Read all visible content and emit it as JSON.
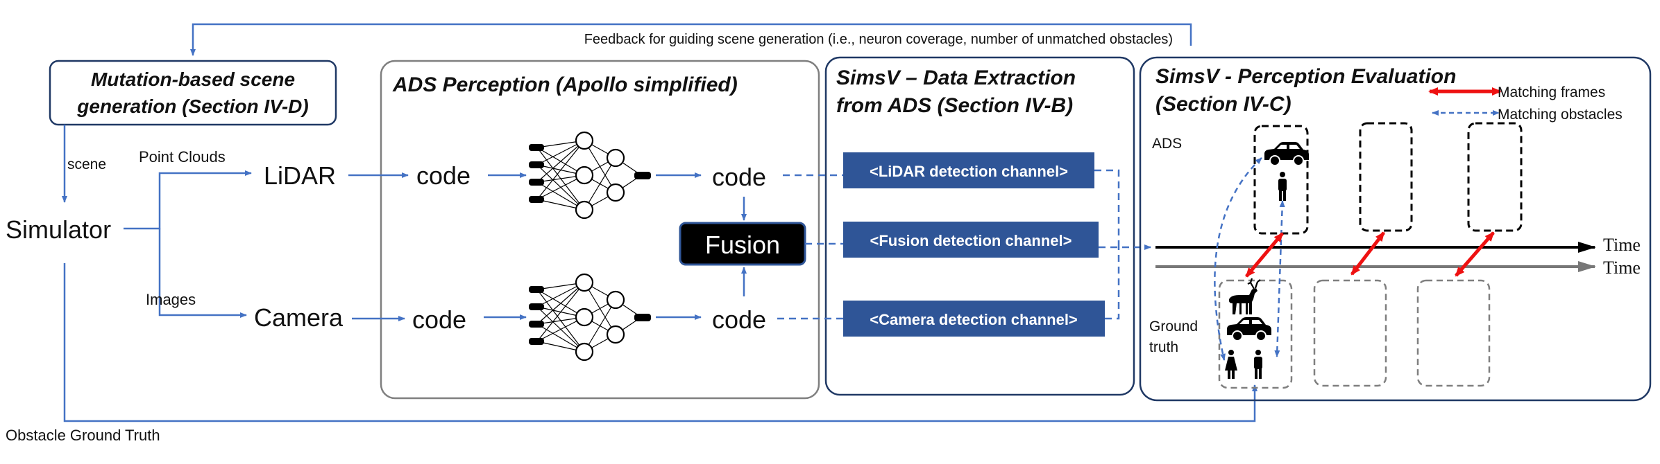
{
  "feedback": {
    "label": "Feedback for guiding scene generation (i.e., neuron coverage, number of unmatched obstacles)"
  },
  "mutation": {
    "title_line1": "Mutation-based scene",
    "title_line2": "generation (Section IV-D)"
  },
  "inputs": {
    "scene": "scene",
    "point_clouds": "Point Clouds",
    "images": "Images",
    "simulator": "Simulator",
    "lidar": "LiDAR",
    "camera": "Camera",
    "ground_truth": "Obstacle Ground Truth"
  },
  "perception": {
    "title": "ADS Perception (Apollo simplified)",
    "code": "code",
    "fusion": "Fusion"
  },
  "extraction": {
    "title_line1": "SimsV – Data Extraction",
    "title_line2": "from ADS (Section IV-B)",
    "channels": [
      "<LiDAR detection channel>",
      "<Fusion detection channel>",
      "<Camera detection channel>"
    ]
  },
  "evaluation": {
    "title_line1": "SimsV - Perception Evaluation",
    "title_line2": "(Section IV-C)",
    "legend_frames": "Matching frames",
    "legend_obstacles": "Matching obstacles",
    "ads_label": "ADS",
    "gt_label_line1": "Ground",
    "gt_label_line2": "truth",
    "time_label": "Time"
  },
  "colors": {
    "arrow_blue": "#4472c4",
    "channel_fill": "#2f5597",
    "panel_border": "#1f3864",
    "match_red": "#ee1111",
    "fusion_fill": "#000000"
  }
}
